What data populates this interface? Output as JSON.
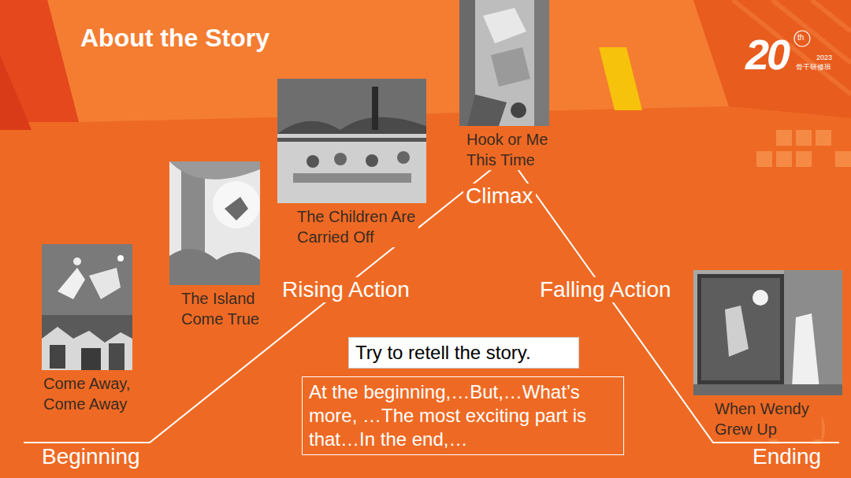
{
  "diagram": {
    "title": "About the Story",
    "nodes": [
      {
        "text": [
          "Come Away, Come Away"
        ]
      },
      {
        "text": [
          "The Island Come True"
        ]
      },
      {
        "text": [
          "The Children Are Carried Off"
        ]
      },
      {
        "text": [
          "Hook or Me This Time"
        ]
      },
      {
        "text": [
          "When Wendy Grew Up"
        ]
      },
      {
        "text": [
          "Try to retell the story."
        ]
      },
      {
        "text": [
          "At the beginning,…But,…What’s more, …The most exciting part is that…In the end,…"
        ]
      }
    ],
    "labels": [
      "20",
      "th",
      "2023",
      "骨干研修班",
      "Beginning",
      "Rising Action",
      "Climax",
      "Falling Action",
      "Ending"
    ]
  }
}
